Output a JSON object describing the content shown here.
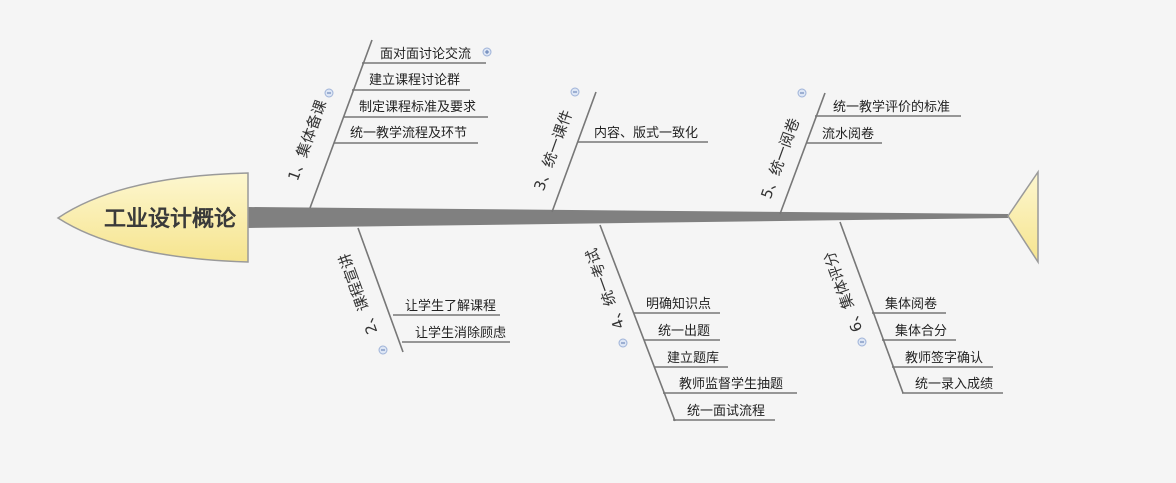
{
  "title": "工业设计概论",
  "colors": {
    "head_fill": "#fbefaa",
    "spine": "#808080",
    "line": "#777777"
  },
  "branches": [
    {
      "label": "1、集体备课",
      "position": "top",
      "items": [
        "面对面讨论交流",
        "建立课程讨论群",
        "制定课程标准及要求",
        "统一教学流程及环节"
      ],
      "collapse_icon": "minus-icon",
      "extra_icon": "plus-icon"
    },
    {
      "label": "2、课程宣讲",
      "position": "bottom",
      "items": [
        "让学生了解课程",
        "让学生消除顾虑"
      ],
      "collapse_icon": "minus-icon"
    },
    {
      "label": "3、统一课件",
      "position": "top",
      "items": [
        "内容、版式一致化"
      ],
      "collapse_icon": "minus-icon"
    },
    {
      "label": "4、统一考试",
      "position": "bottom",
      "items": [
        "明确知识点",
        "统一出题",
        "建立题库",
        "教师监督学生抽题",
        "统一面试流程"
      ],
      "collapse_icon": "minus-icon"
    },
    {
      "label": "5、统一阅卷",
      "position": "top",
      "items": [
        "统一教学评价的标准",
        "流水阅卷"
      ],
      "collapse_icon": "minus-icon"
    },
    {
      "label": "6、集体评分",
      "position": "bottom",
      "items": [
        "集体阅卷",
        "集体合分",
        "教师签字确认",
        "统一录入成绩"
      ],
      "collapse_icon": "minus-icon"
    }
  ]
}
